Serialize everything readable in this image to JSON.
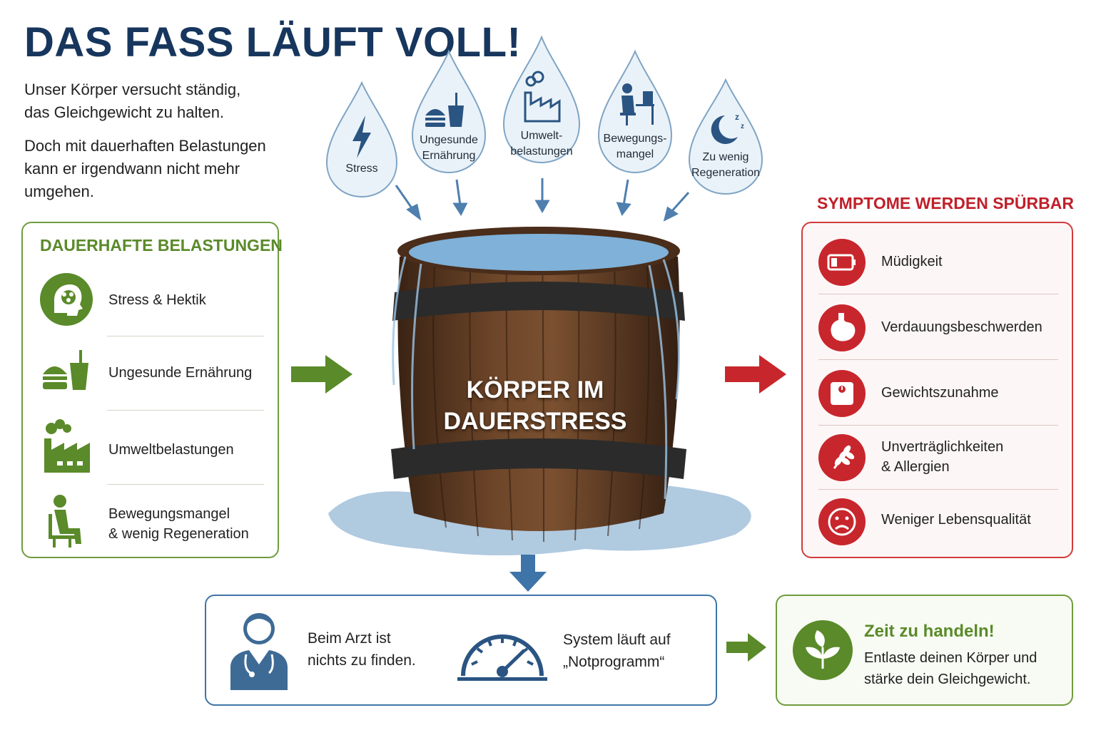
{
  "title": "DAS FASS LÄUFT VOLL!",
  "intro": {
    "line1": "Unser Körper versucht ständig,",
    "line2": "das Gleichgewicht zu halten.",
    "line3": "Doch mit dauerhaften Belastungen",
    "line4": "kann er irgendwann nicht mehr",
    "line5": "umgehen."
  },
  "drops": [
    {
      "line1": "Stress",
      "line2": "",
      "icon": "lightning-icon"
    },
    {
      "line1": "Ungesunde",
      "line2": "Ernährung",
      "icon": "fast-food-icon"
    },
    {
      "line1": "Umwelt-",
      "line2": "belastungen",
      "icon": "factory-icon"
    },
    {
      "line1": "Bewegungs-",
      "line2": "mangel",
      "icon": "desk-worker-icon"
    },
    {
      "line1": "Zu wenig",
      "line2": "Regeneration",
      "icon": "moon-sleep-icon"
    }
  ],
  "left_panel": {
    "heading": "DAUERHAFTE BELASTUNGEN",
    "items": [
      {
        "line1": "Stress & Hektik",
        "line2": "",
        "icon": "brain-head-icon"
      },
      {
        "line1": "Ungesunde Ernährung",
        "line2": "",
        "icon": "fast-food-icon"
      },
      {
        "line1": "Umweltbelastungen",
        "line2": "",
        "icon": "factory-icon"
      },
      {
        "line1": "Bewegungsmangel",
        "line2": "& wenig Regeneration",
        "icon": "sitting-person-icon"
      }
    ]
  },
  "barrel": {
    "line1": "KÖRPER IM",
    "line2": "DAUERSTRESS"
  },
  "right_panel": {
    "heading": "SYMPTOME WERDEN SPÜRBAR",
    "items": [
      {
        "line1": "Müdigkeit",
        "line2": "",
        "icon": "low-battery-icon"
      },
      {
        "line1": "Verdauungsbeschwerden",
        "line2": "",
        "icon": "stomach-icon"
      },
      {
        "line1": "Gewichtszunahme",
        "line2": "",
        "icon": "scale-icon"
      },
      {
        "line1": "Unverträglichkeiten",
        "line2": "& Allergien",
        "icon": "wheat-icon"
      },
      {
        "line1": "Weniger Lebensqualität",
        "line2": "",
        "icon": "sad-face-icon"
      }
    ]
  },
  "bottom": {
    "doctor_line1": "Beim Arzt ist",
    "doctor_line2": "nichts zu finden.",
    "system_line1": "System läuft auf",
    "system_line2": "„Notprogramm“"
  },
  "action": {
    "title": "Zeit zu handeln!",
    "line1": "Entlaste deinen Körper und",
    "line2": "stärke dein Gleichgewicht."
  },
  "colors": {
    "navy": "#17365d",
    "green": "#5a8a2a",
    "red": "#c8262d",
    "blue": "#3e74a8",
    "wood": "#5b3a24"
  }
}
